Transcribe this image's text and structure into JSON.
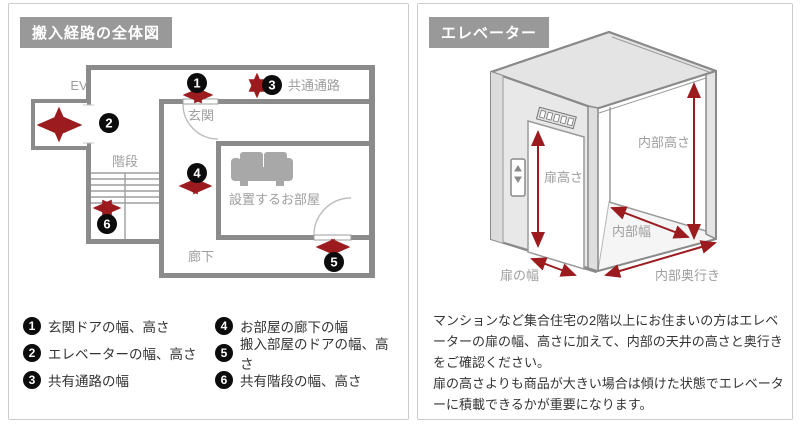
{
  "left_panel": {
    "title": "搬入経路の全体図",
    "plan": {
      "labels": {
        "ev": "EV",
        "entrance": "玄関",
        "stairs": "階段",
        "common_corridor": "共通通路",
        "room": "設置するお部屋",
        "hallway": "廊下"
      },
      "markers": [
        "1",
        "2",
        "3",
        "4",
        "5",
        "6"
      ]
    },
    "legend": [
      {
        "num": "1",
        "text": "玄関ドアの幅、高さ"
      },
      {
        "num": "2",
        "text": "エレベーターの幅、高さ"
      },
      {
        "num": "3",
        "text": "共有通路の幅"
      },
      {
        "num": "4",
        "text": "お部屋の廊下の幅"
      },
      {
        "num": "5",
        "text": "搬入部屋のドアの幅、高さ"
      },
      {
        "num": "6",
        "text": "共有階段の幅、高さ"
      }
    ]
  },
  "right_panel": {
    "title": "エレベーター",
    "elevator_labels": {
      "door_height": "扉高さ",
      "inner_height": "内部高さ",
      "inner_width": "内部幅",
      "door_width": "扉の幅",
      "inner_depth": "内部奥行き"
    },
    "description": [
      "マンションなど集合住宅の2階以上にお住まいの方はエレベーターの扉の幅、高さに加えて、内部の天井の高さと奥行きをご確認ください。",
      "扉の高さよりも商品が大きい場合は傾けた状態でエレベーターに積載できるかが重要になります。"
    ]
  },
  "colors": {
    "accent_red": "#9b1b1f",
    "wall_gray": "#8b8b8b",
    "label_gray": "#9e9e9e",
    "title_bg": "#999999"
  }
}
